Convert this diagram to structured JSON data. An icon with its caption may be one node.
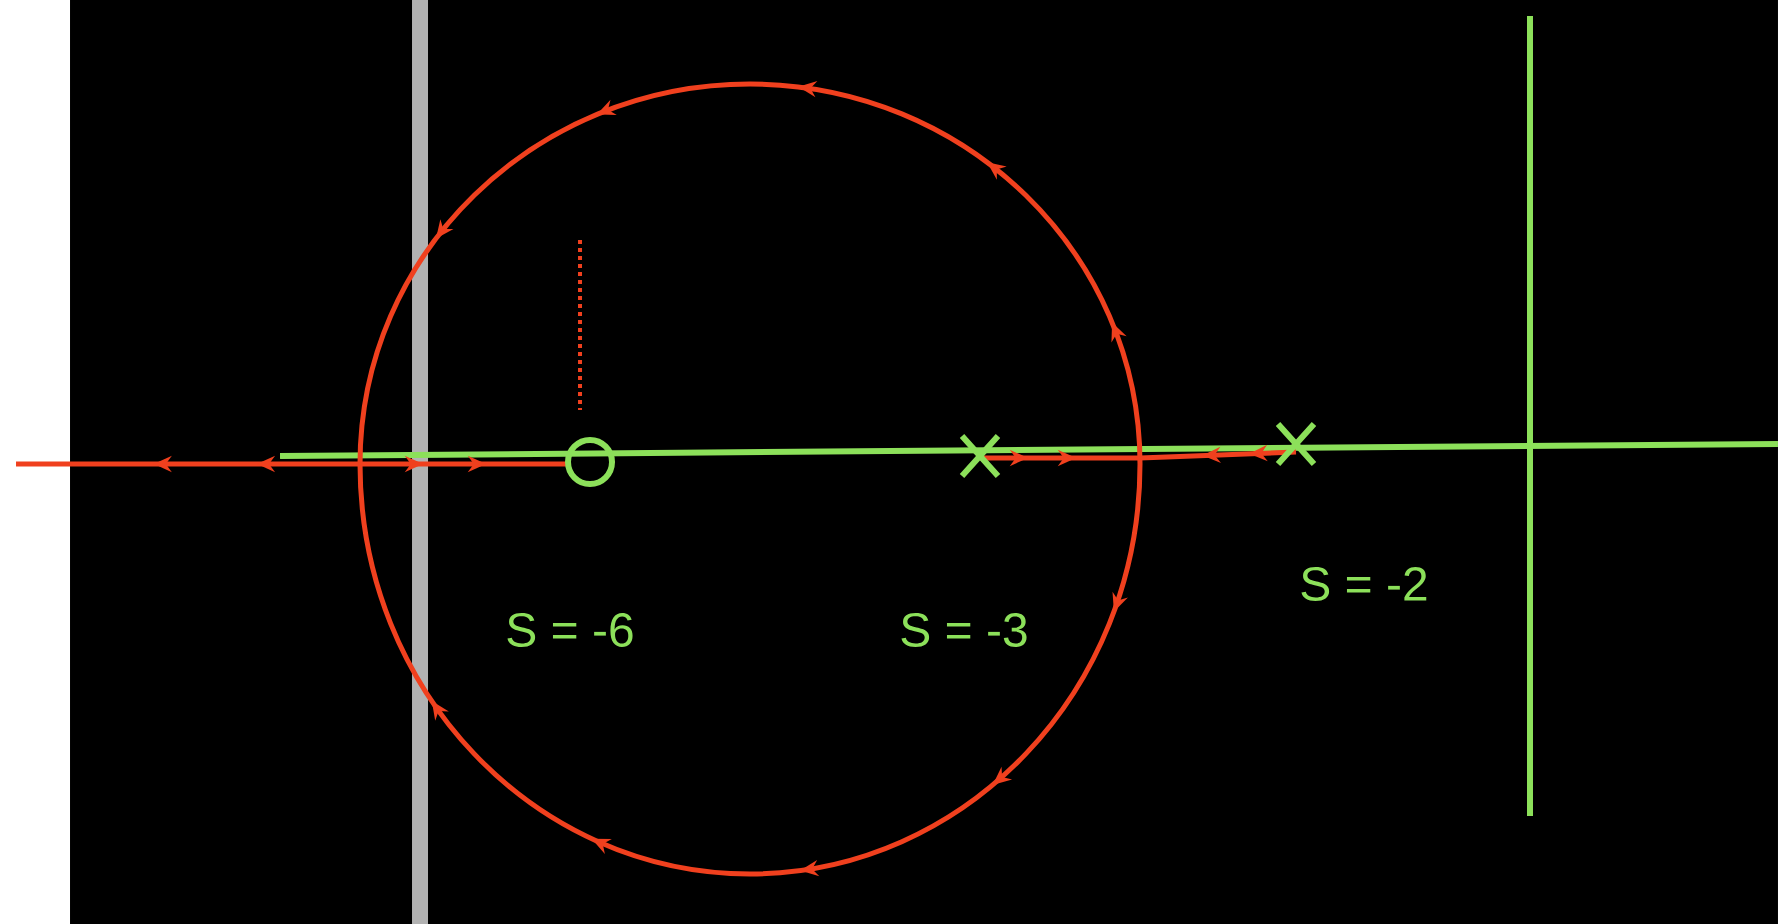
{
  "diagram": {
    "labels": [
      "S = -6",
      "S = -3",
      "S = -2"
    ]
  }
}
